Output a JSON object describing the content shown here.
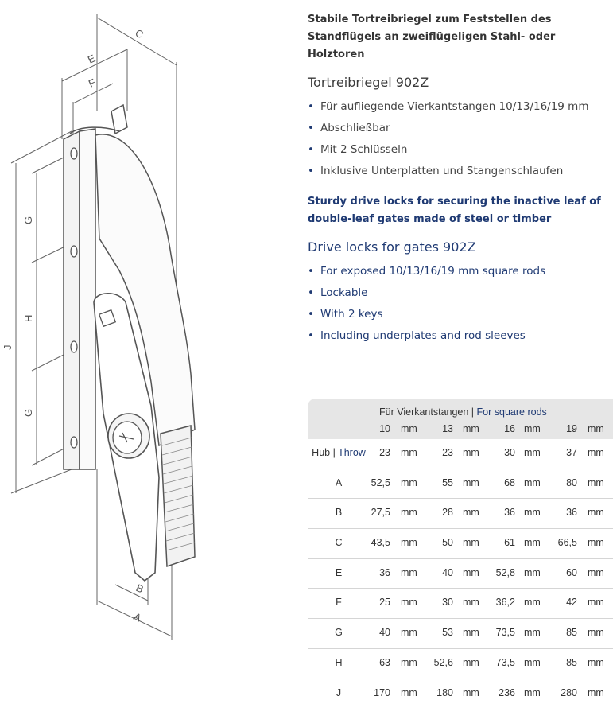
{
  "drawing": {
    "labels": [
      "C",
      "E",
      "F",
      "J",
      "G",
      "H",
      "G",
      "B",
      "A"
    ]
  },
  "intro_de": "Stabile Tortreibriegel zum Feststellen des Standflügels an zweiflügeligen Stahl- oder Holztoren",
  "title_de": "Tortreibriegel 902Z",
  "bullets_de": [
    "Für aufliegende Vierkantstangen 10/13/16/19 mm",
    "Abschließbar",
    "Mit 2 Schlüsseln",
    "Inklusive Unterplatten und Stangenschlaufen"
  ],
  "intro_en": "Sturdy drive locks for securing the inactive leaf of double-leaf gates made of steel or timber",
  "title_en": "Drive locks for gates 902Z",
  "bullets_en": [
    "For exposed 10/13/16/19 mm square rods",
    "Lockable",
    "With 2 keys",
    "Including underplates and rod sleeves"
  ],
  "table": {
    "caption_de": "Für Vierkantstangen |",
    "caption_en": "For square rods",
    "unit": "mm",
    "sizes": [
      "10",
      "13",
      "16",
      "19"
    ],
    "rows": [
      {
        "label_de": "Hub |",
        "label_en": "Throw",
        "values": [
          "23",
          "23",
          "30",
          "37"
        ]
      },
      {
        "label_de": "A",
        "label_en": "",
        "values": [
          "52,5",
          "55",
          "68",
          "80"
        ]
      },
      {
        "label_de": "B",
        "label_en": "",
        "values": [
          "27,5",
          "28",
          "36",
          "36"
        ]
      },
      {
        "label_de": "C",
        "label_en": "",
        "values": [
          "43,5",
          "50",
          "61",
          "66,5"
        ]
      },
      {
        "label_de": "E",
        "label_en": "",
        "values": [
          "36",
          "40",
          "52,8",
          "60"
        ]
      },
      {
        "label_de": "F",
        "label_en": "",
        "values": [
          "25",
          "30",
          "36,2",
          "42"
        ]
      },
      {
        "label_de": "G",
        "label_en": "",
        "values": [
          "40",
          "53",
          "73,5",
          "85"
        ]
      },
      {
        "label_de": "H",
        "label_en": "",
        "values": [
          "63",
          "52,6",
          "73,5",
          "85"
        ]
      },
      {
        "label_de": "J",
        "label_en": "",
        "values": [
          "170",
          "180",
          "236",
          "280"
        ]
      }
    ]
  }
}
